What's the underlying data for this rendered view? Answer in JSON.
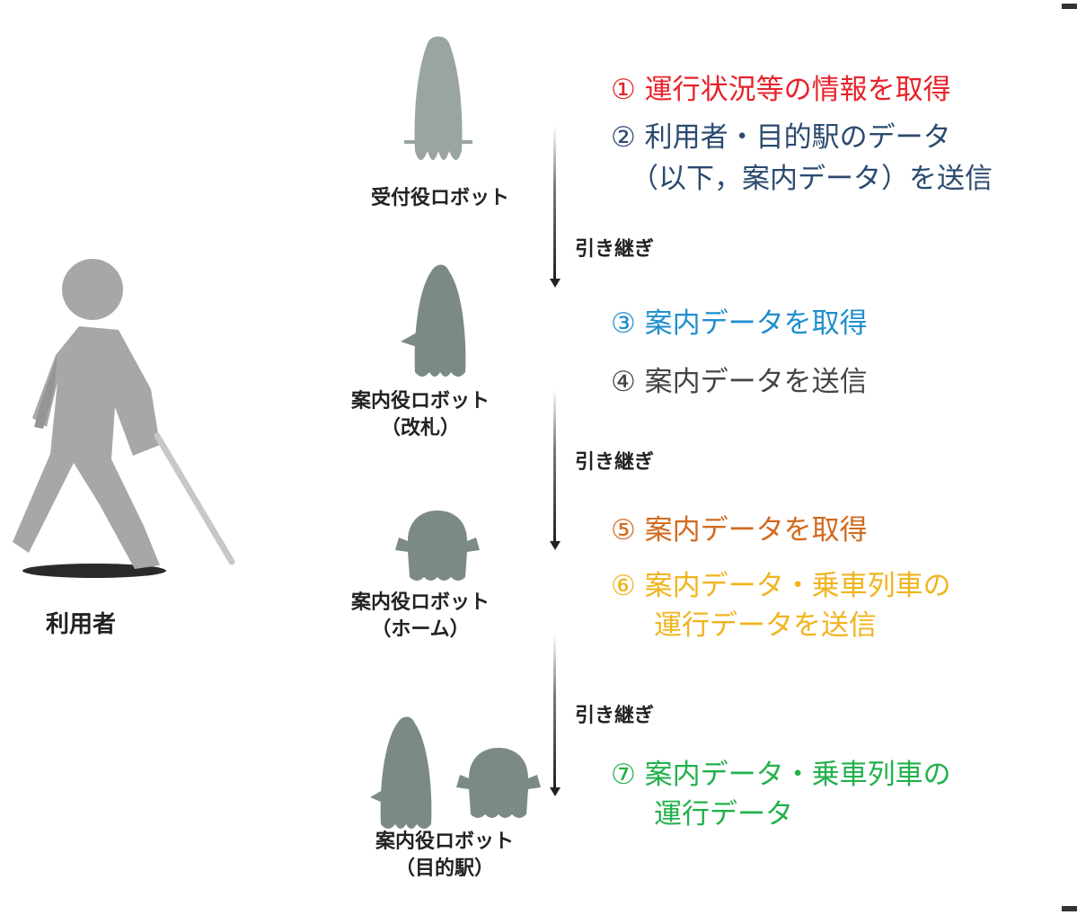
{
  "user": {
    "label": "利用者"
  },
  "robots": {
    "reception": {
      "line1": "受付役ロボット",
      "line2": ""
    },
    "gate": {
      "line1": "案内役ロボット",
      "line2": "（改札）"
    },
    "platform": {
      "line1": "案内役ロボット",
      "line2": "（ホーム）"
    },
    "destination": {
      "line1": "案内役ロボット",
      "line2": "（目的駅）"
    }
  },
  "handoffs": [
    "引き継ぎ",
    "引き継ぎ",
    "引き継ぎ"
  ],
  "steps": [
    {
      "num": "①",
      "text": "運行状況等の情報を取得",
      "text2": "",
      "color": "#e8222a"
    },
    {
      "num": "②",
      "text": "利用者・目的駅のデータ",
      "text2": "（以下，案内データ）を送信",
      "color": "#2b4a6f"
    },
    {
      "num": "③",
      "text": "案内データを取得",
      "text2": "",
      "color": "#1f8fcd"
    },
    {
      "num": "④",
      "text": "案内データを送信",
      "text2": "",
      "color": "#444444"
    },
    {
      "num": "⑤",
      "text": "案内データを取得",
      "text2": "",
      "color": "#d2691e"
    },
    {
      "num": "⑥",
      "text": "案内データ・乗車列車の",
      "text2": "運行データを送信",
      "color": "#f0b41e"
    },
    {
      "num": "⑦",
      "text": "案内データ・乗車列車の",
      "text2": "運行データ",
      "color": "#22b14c"
    }
  ],
  "colors": {
    "figure": "#a7a7a7",
    "robot_light": "#9aa5a2",
    "robot_dark": "#7c8a87"
  }
}
